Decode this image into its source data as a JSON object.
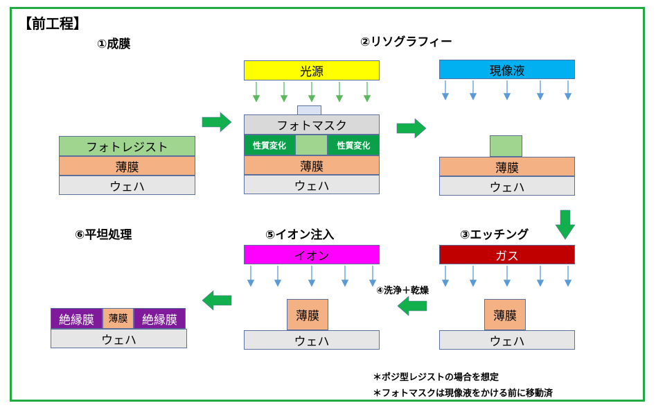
{
  "heading": "【前工程】",
  "steps": {
    "s1": "①成膜",
    "s2": "②リソグラフィー",
    "s3": "③エッチング",
    "s4": "④洗浄＋乾燥",
    "s5": "⑤イオン注入",
    "s6": "⑥平坦処理"
  },
  "labels": {
    "photoresist": "フォトレジスト",
    "thin_film": "薄膜",
    "wafer": "ウェハ",
    "light_source": "光源",
    "photomask": "フォトマスク",
    "property_change": "性質変化",
    "developer": "現像液",
    "gas": "ガス",
    "ion": "イオン",
    "insulating_film": "絶縁膜"
  },
  "notes": [
    "＊ポジ型レジストの場合を想定",
    "＊フォトマスクは現像液をかける前に移動済"
  ],
  "colors": {
    "frame": "#22aa44",
    "flow_arrow": "#11b04c",
    "light_arrow": "#5cb85c",
    "fluid_arrow": "#5b9bd5"
  }
}
